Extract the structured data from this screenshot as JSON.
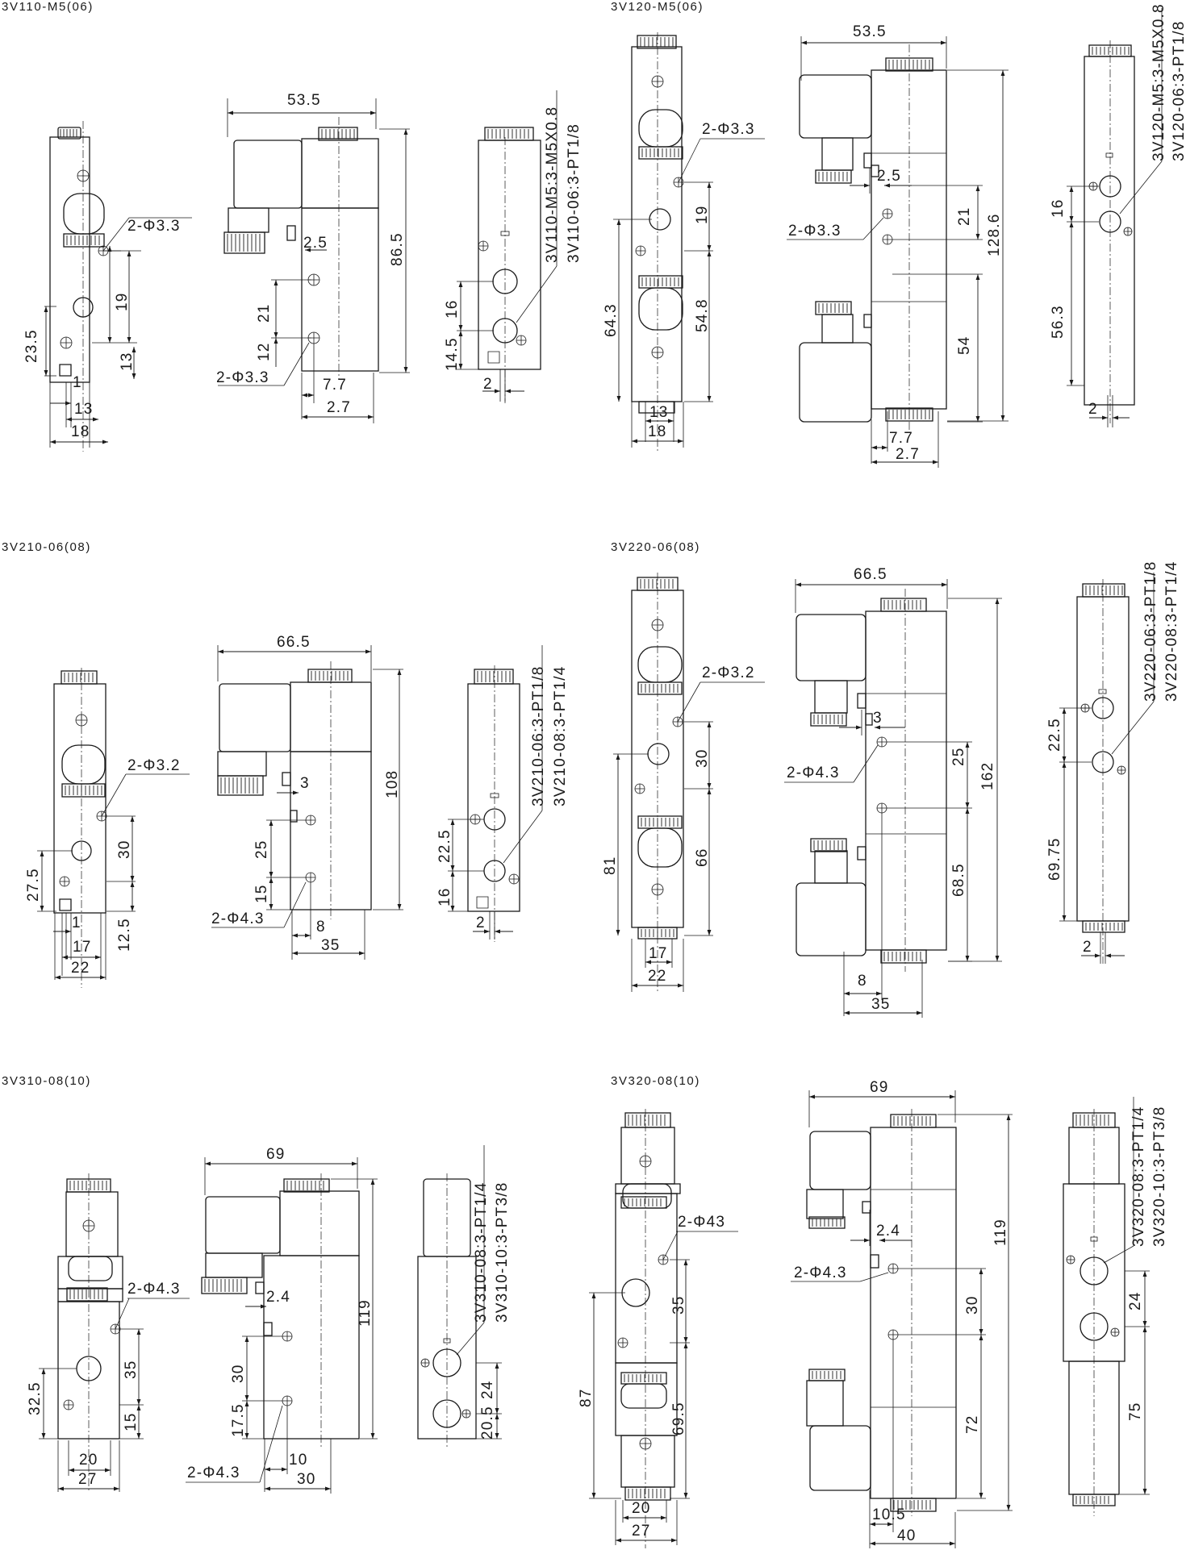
{
  "sections": [
    {
      "title": "3V110-M5(06)",
      "front_labels": [
        "2-Φ3.3",
        "19",
        "23.5",
        "13",
        "1",
        "13",
        "18"
      ],
      "side_labels": [
        "53.5",
        "86.5",
        "2.5",
        "21",
        "12",
        "2-Φ3.3",
        "7.7",
        "2.7"
      ],
      "port_labels": [
        "3V110-M5:3-M5X0.8",
        "3V110-06:3-PT1/8",
        "16",
        "14.5",
        "2"
      ]
    },
    {
      "title": "3V120-M5(06)",
      "front_labels": [
        "2-Φ3.3",
        "19",
        "54.8",
        "64.3",
        "13",
        "18"
      ],
      "side_labels": [
        "53.5",
        "2.5",
        "21",
        "128.6",
        "2-Φ3.3",
        "54",
        "7.7",
        "2.7"
      ],
      "port_labels": [
        "3V120-M5:3-M5X0.8",
        "3V120-06:3-PT1/8",
        "16",
        "56.3",
        "2"
      ]
    },
    {
      "title": "3V210-06(08)",
      "front_labels": [
        "2-Φ3.2",
        "30",
        "27.5",
        "12.5",
        "1",
        "17",
        "22"
      ],
      "side_labels": [
        "66.5",
        "108",
        "3",
        "25",
        "15",
        "2-Φ4.3",
        "8",
        "35"
      ],
      "port_labels": [
        "3V210-06:3-PT1/8",
        "3V210-08:3-PT1/4",
        "22.5",
        "16",
        "2"
      ]
    },
    {
      "title": "3V220-06(08)",
      "front_labels": [
        "2-Φ3.2",
        "30",
        "66",
        "81",
        "17",
        "22"
      ],
      "side_labels": [
        "66.5",
        "3",
        "25",
        "162",
        "2-Φ4.3",
        "68.5",
        "8",
        "35"
      ],
      "port_labels": [
        "3V220-06:3-PT1/8",
        "3V220-08:3-PT1/4",
        "22.5",
        "69.75",
        "2"
      ]
    },
    {
      "title": "3V310-08(10)",
      "front_labels": [
        "2-Φ4.3",
        "35",
        "32.5",
        "15",
        "20",
        "27"
      ],
      "side_labels": [
        "69",
        "119",
        "2.4",
        "30",
        "17.5",
        "2-Φ4.3",
        "10",
        "30"
      ],
      "port_labels": [
        "3V310-08:3-PT1/4",
        "3V310-10:3-PT3/8",
        "24",
        "20.5"
      ]
    },
    {
      "title": "3V320-08(10)",
      "front_labels": [
        "2-Φ43",
        "35",
        "87",
        "69.5",
        "20",
        "27"
      ],
      "side_labels": [
        "69",
        "2.4",
        "2-Φ4.3",
        "119",
        "30",
        "72",
        "10.5",
        "40"
      ],
      "port_labels": [
        "3V320-08:3-PT1/4",
        "3V320-10:3-PT3/8",
        "24",
        "75"
      ]
    }
  ]
}
